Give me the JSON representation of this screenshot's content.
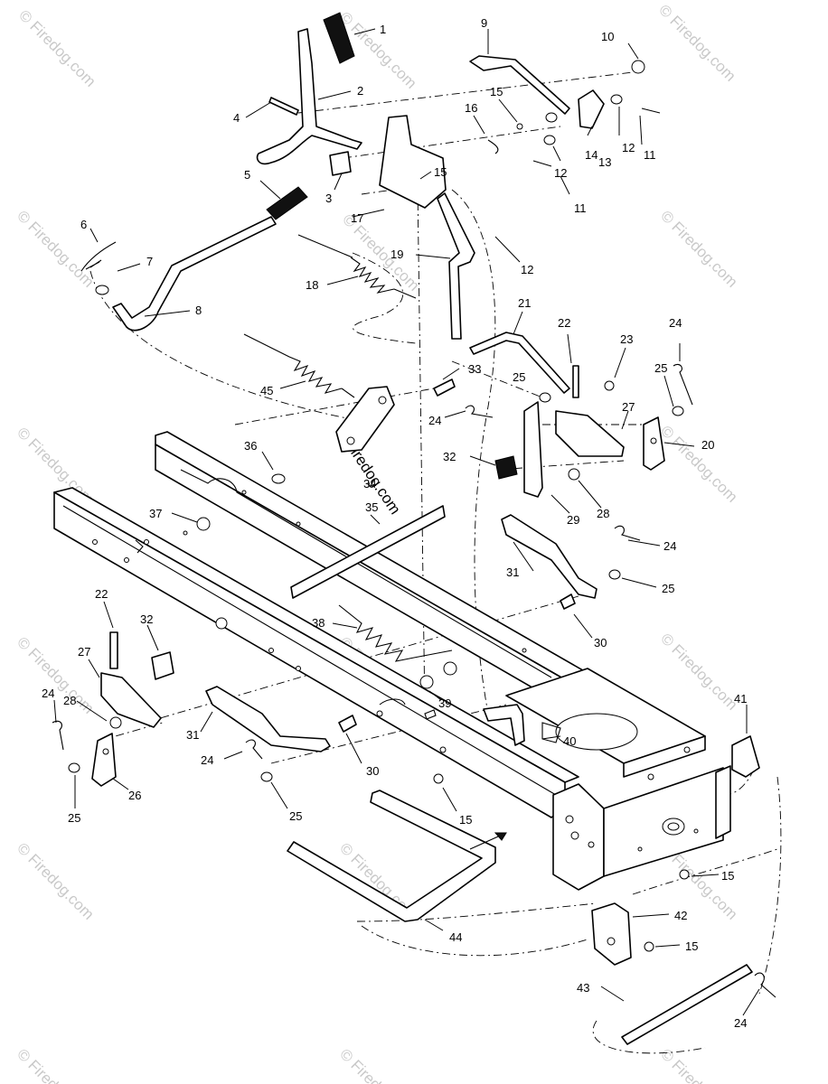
{
  "watermark": {
    "text": "© Firedog.com",
    "color": "#c9c9c9"
  },
  "callouts": {
    "c1": "1",
    "c2": "2",
    "c3": "3",
    "c4": "4",
    "c5": "5",
    "c6": "6",
    "c7": "7",
    "c8": "8",
    "c9": "9",
    "c10": "10",
    "c11a": "11",
    "c11b": "11",
    "c12a": "12",
    "c12b": "12",
    "c12c": "12",
    "c13": "13",
    "c14": "14",
    "c15a": "15",
    "c15b": "15",
    "c15c": "15",
    "c15d": "15",
    "c15e": "15",
    "c16": "16",
    "c17": "17",
    "c18": "18",
    "c19": "19",
    "c20": "20",
    "c21": "21",
    "c22a": "22",
    "c22b": "22",
    "c23": "23",
    "c24a": "24",
    "c24b": "24",
    "c24c": "24",
    "c24d": "24",
    "c24e": "24",
    "c24f": "24",
    "c25a": "25",
    "c25b": "25",
    "c25c": "25",
    "c25d": "25",
    "c25e": "25",
    "c26": "26",
    "c27a": "27",
    "c27b": "27",
    "c28a": "28",
    "c28b": "28",
    "c29": "29",
    "c30a": "30",
    "c30b": "30",
    "c31a": "31",
    "c31b": "31",
    "c32a": "32",
    "c32b": "32",
    "c33": "33",
    "c34": "34",
    "c35": "35",
    "c36": "36",
    "c37": "37",
    "c38": "38",
    "c39": "39",
    "c40": "40",
    "c41": "41",
    "c42": "42",
    "c43": "43",
    "c44": "44",
    "c45": "45"
  }
}
